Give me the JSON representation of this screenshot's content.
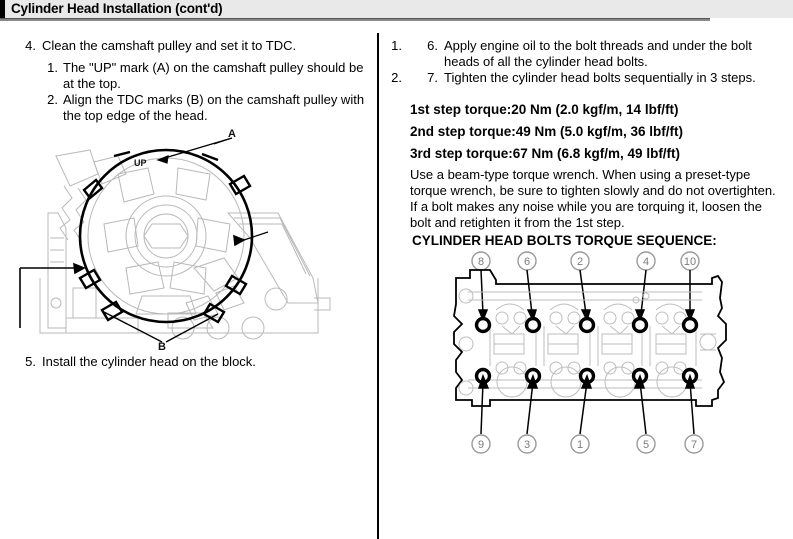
{
  "header": {
    "title": "Cylinder Head Installation (cont'd)"
  },
  "left_column": {
    "steps": [
      {
        "number": "4.",
        "text": "Clean the camshaft pulley and set it to TDC.",
        "substeps": [
          {
            "number": "1.",
            "text": "The \"UP\" mark (A) on the camshaft pulley should be at the top."
          },
          {
            "number": "2.",
            "text": "Align the TDC marks (B) on the camshaft pulley with the top edge of the head."
          }
        ]
      },
      {
        "number": "5.",
        "text": "Install the cylinder head on the block.",
        "substeps": []
      }
    ],
    "figure": {
      "name": "camshaft-pulley-tdc-diagram",
      "up_mark": "UP",
      "callouts": [
        {
          "id": "A",
          "label": "A"
        },
        {
          "id": "B",
          "label": "B"
        }
      ]
    }
  },
  "right_column": {
    "orphan_markers": [
      "1.",
      "2."
    ],
    "steps": [
      {
        "number": "6.",
        "text": "Apply engine oil to the bolt threads and under the bolt heads of all the cylinder head bolts."
      },
      {
        "number": "7.",
        "text": "Tighten the cylinder head bolts sequentially in 3 steps."
      }
    ],
    "torque_specs": [
      "1st step torque:20 Nm (2.0 kgf/m, 14 lbf/ft)",
      "2nd step torque:49 Nm (5.0 kgf/m, 36 lbf/ft)",
      "3rd step torque:67 Nm (6.8 kgf/m, 49 lbf/ft)"
    ],
    "note": "Use a beam-type torque wrench. When using a preset-type torque wrench, be sure to tighten slowly and do not overtighten. If a bolt makes any noise while you are torquing it, loosen the bolt and retighten it from the 1st step.",
    "sequence_heading": "CYLINDER HEAD BOLTS TORQUE SEQUENCE:",
    "figure": {
      "name": "cylinder-head-bolt-torque-sequence-diagram",
      "top_row_sequence": [
        "8",
        "6",
        "2",
        "4",
        "10"
      ],
      "bottom_row_sequence": [
        "9",
        "3",
        "1",
        "5",
        "7"
      ]
    }
  },
  "colors": {
    "header_band": "#e9e9e9",
    "header_rule": "#888888",
    "line": "#000000",
    "diagram_light": "#b8b8b8",
    "callout_gray": "#8a8a8a"
  }
}
